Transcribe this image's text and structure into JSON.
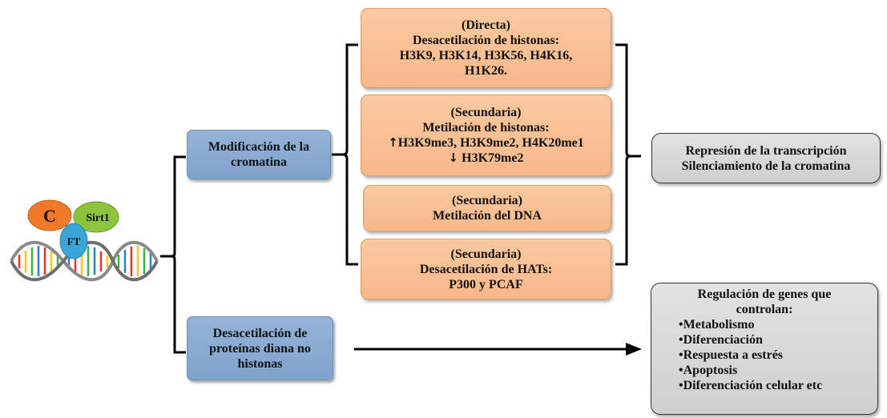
{
  "left_icon": {
    "c_label": "C",
    "sirt1_label": "Sirt1",
    "ft_label": "FT"
  },
  "branch_chromatin": {
    "lines": [
      "Modificación de la",
      "cromatina"
    ]
  },
  "branch_nonhistone": {
    "lines": [
      "Desacetilación de",
      "proteínas diana no",
      "histonas"
    ]
  },
  "mechanisms": [
    {
      "lines": [
        "(Directa)",
        "Desacetilación de histonas:",
        "H3K9, H3K14, H3K56,  H4K16,",
        "H1K26."
      ]
    },
    {
      "lines": [
        "(Secundaria)",
        "Metilación de histonas:"
      ],
      "up_arrow": "↑",
      "up_text": "H3K9me3, H3K9me2, H4K20me1",
      "down_arrow": "↓",
      "down_text": "H3K79me2"
    },
    {
      "lines": [
        "(Secundaria)",
        "Metilación del DNA"
      ]
    },
    {
      "lines": [
        "(Secundaria)",
        "Desacetilación de HATs:",
        "P300 y PCAF"
      ]
    }
  ],
  "outcome_chromatin": {
    "lines": [
      "Represión de la transcripción",
      "Silenciamiento de la cromatina"
    ]
  },
  "outcome_genes": {
    "title_lines": [
      "Regulación de genes que",
      "controlan:"
    ],
    "items": [
      "Metabolismo",
      "Diferenciación",
      "Respuesta a estrés",
      "Apoptosis",
      "Diferenciación celular etc"
    ]
  },
  "colors": {
    "blue_box": "#8eadd4",
    "orange_box": "#fac09a",
    "grey_box": "#d9d9d9",
    "c_ellipse": "#f07a2a",
    "sirt1_ellipse": "#8cc43c",
    "ft_ellipse": "#3aa6d8"
  }
}
